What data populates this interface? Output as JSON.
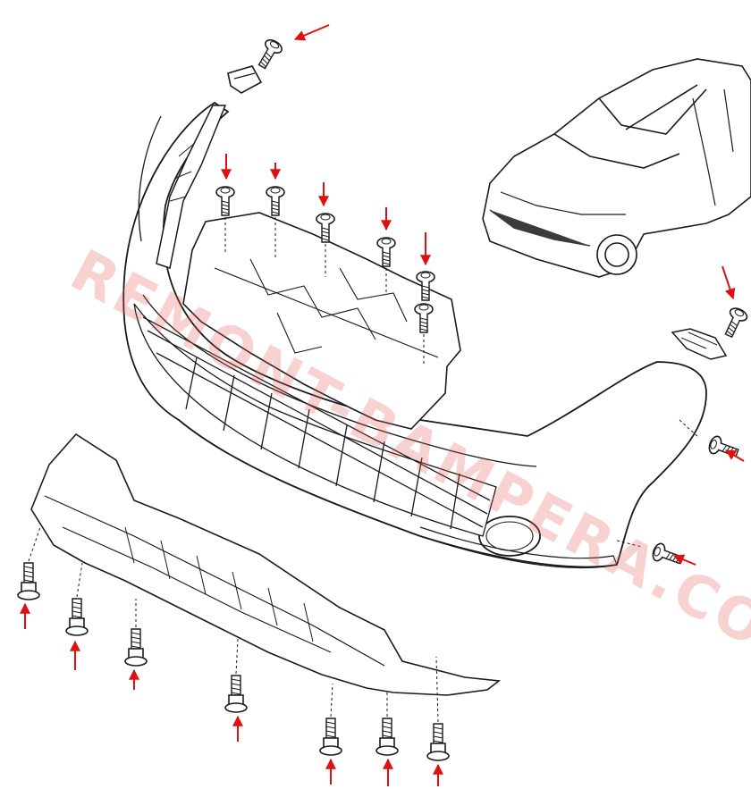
{
  "diagram": {
    "watermark_text": "REMONT-BAMPERA.COM",
    "colors": {
      "line": "#1a1a1a",
      "arrow": "#e01010",
      "watermark": "#e65a5a",
      "fill": "#ffffff"
    },
    "parts": [
      "car-overview",
      "front-bumper",
      "lower-grille",
      "upper-grille-bracket",
      "engine-splash-shield",
      "bumper-side-bracket-left",
      "bumper-side-bracket-right"
    ],
    "fasteners": {
      "bracket_screws": 6,
      "side_screws": 4,
      "shield_bolts": 7
    },
    "icons": [
      "red-arrow-icon",
      "screw-icon",
      "bolt-icon",
      "clip-icon"
    ]
  }
}
